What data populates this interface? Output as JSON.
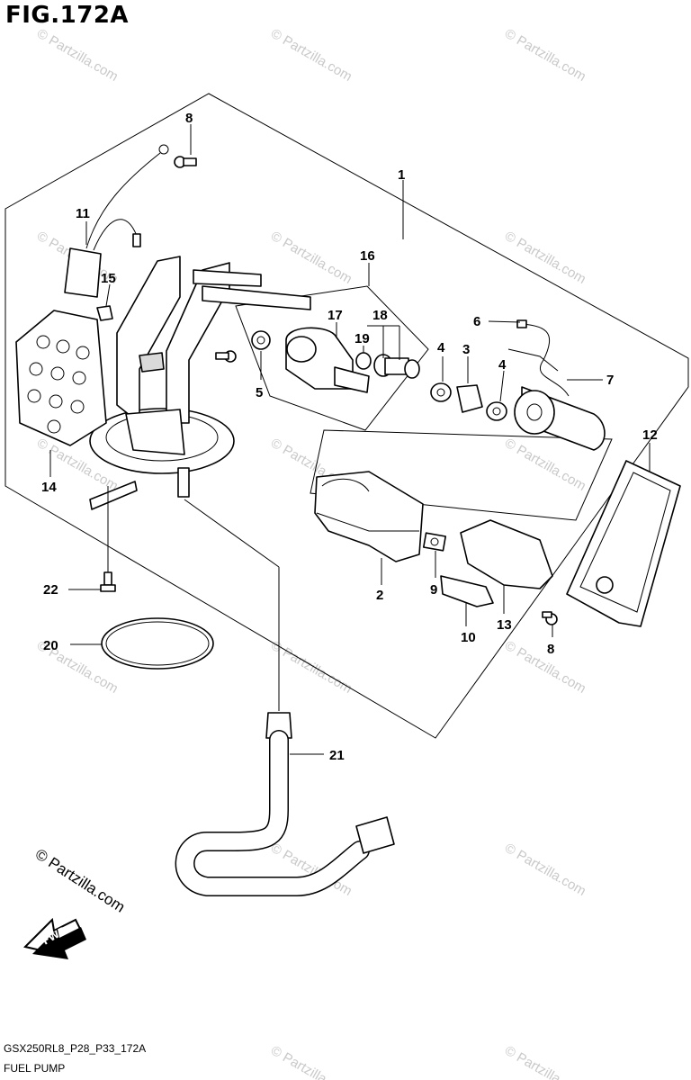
{
  "figure": {
    "title": "FIG.172A",
    "code": "GSX250RL8_P28_P33_172A",
    "name": "FUEL PUMP"
  },
  "watermark": "© Partzilla.com",
  "copyright": "© Partzilla.com",
  "direction_label": "FWD",
  "callouts": [
    "1",
    "2",
    "3",
    "4",
    "4",
    "5",
    "6",
    "7",
    "8",
    "8",
    "9",
    "10",
    "11",
    "12",
    "13",
    "14",
    "15",
    "16",
    "17",
    "18",
    "19",
    "20",
    "21",
    "22"
  ]
}
